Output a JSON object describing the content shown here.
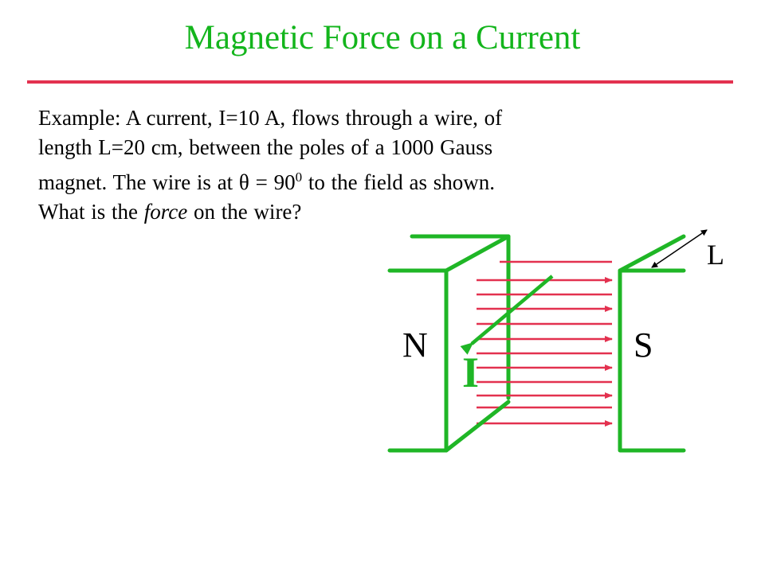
{
  "title": "Magnetic Force on a Current",
  "example": {
    "line1": "Example:  A current, I=10 A, flows through a wire, of",
    "line2": "length L=20 cm, between the poles of a 1000 Gauss",
    "line3_a": "magnet.  The wire is at θ = 90",
    "line3_sup": "0",
    "line3_b": " to the field as shown.",
    "line4_a": "What is the ",
    "line4_italic": "force",
    "line4_b": " on the wire?"
  },
  "diagram": {
    "north_label": "N",
    "south_label": "S",
    "length_label": "L",
    "current_label": "I"
  },
  "colors": {
    "title": "#13b51c",
    "rule": "#e3314f",
    "magnet": "#1fb626",
    "field_lines": "#e3314f"
  }
}
